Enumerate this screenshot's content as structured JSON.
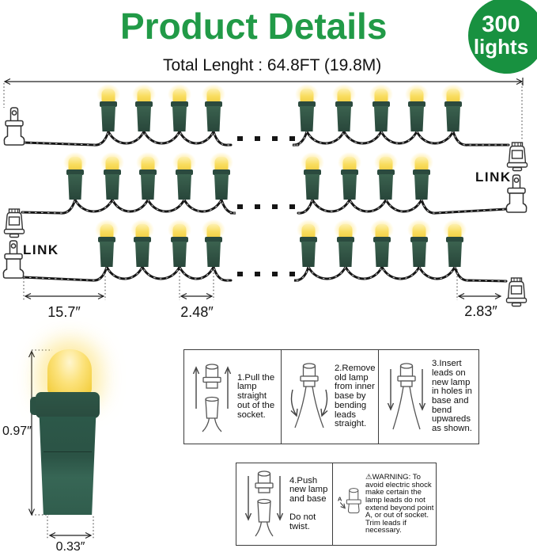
{
  "header": {
    "title": "Product Details",
    "badge": {
      "line1": "300",
      "line2": "lights"
    },
    "total_length_label": "Total Lenght : 64.8FT (19.8M)"
  },
  "diagram": {
    "link_label": "LINK",
    "lead_spacing": "15.7″",
    "bulb_spacing": "2.48″",
    "end_spacing": "2.83″"
  },
  "bulb_detail": {
    "height_label": "0.97″",
    "width_label": "0.33″"
  },
  "steps": [
    {
      "text": "1.Pull the lamp straight out of the socket."
    },
    {
      "text": "2.Remove old lamp from inner base by bending leads straight."
    },
    {
      "text": "3.Insert leads on new lamp in holes in base and bend upwareds as shown."
    },
    {
      "text_a": "4.Push new lamp and base",
      "text_b": "Do not twist."
    }
  ],
  "warning": {
    "icon": "⚠",
    "title": "WARNING:",
    "text": "To avoid electric shock make certain the lamp leads do not extend beyond point A, or out of socket. Trim leads if necessary.",
    "point_label": "A"
  },
  "colors": {
    "brand_green": "#219a47",
    "badge_green": "#189140",
    "bulb_yellow": "#f6d43c",
    "socket_green": "#2e5547",
    "wire_black": "#161616"
  }
}
